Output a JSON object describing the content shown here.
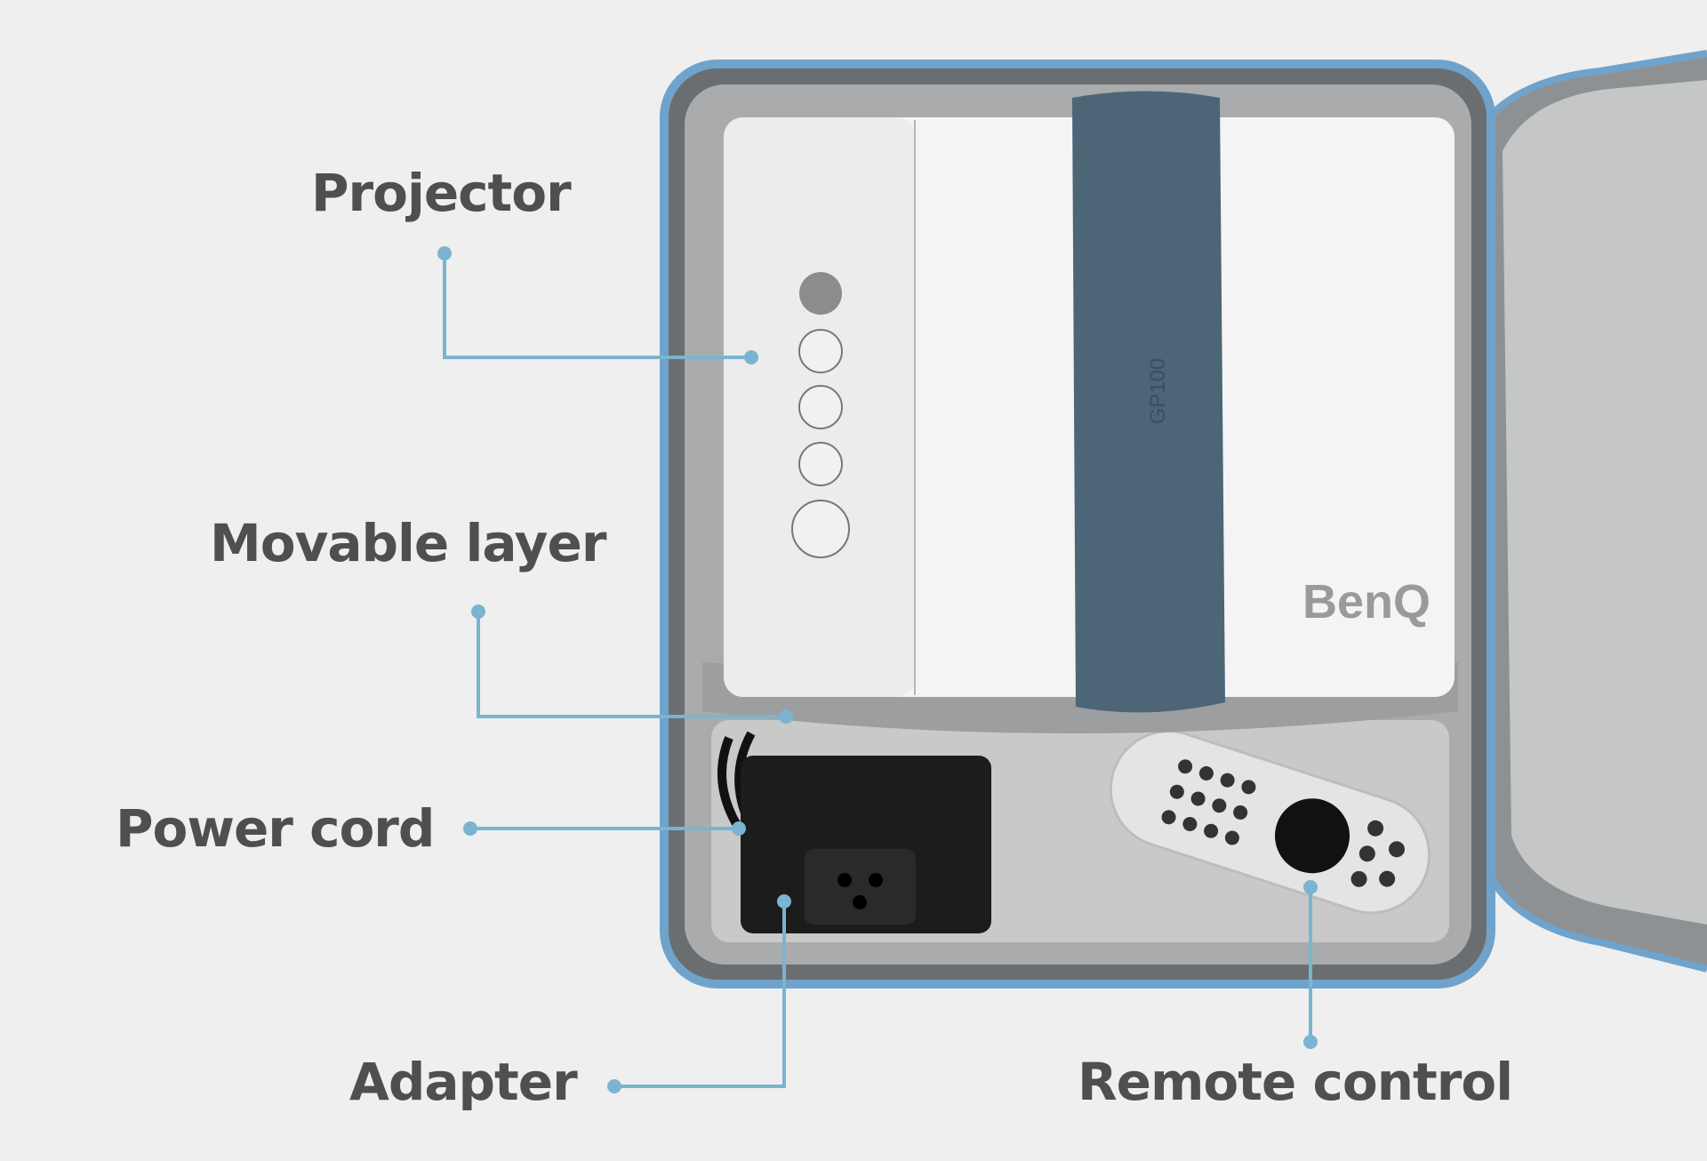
{
  "labels": {
    "projector": "Projector",
    "movable_layer": "Movable layer",
    "power_cord": "Power cord",
    "adapter": "Adapter",
    "remote_control": "Remote control"
  },
  "product": {
    "brand_logo": "BenQ",
    "model": "GP100"
  },
  "colors": {
    "background": "#efefef",
    "label_text": "#4f4f4f",
    "callout_line": "#7ab4d0",
    "zipper": "#6fa3cc",
    "strap": "#4c6577"
  }
}
